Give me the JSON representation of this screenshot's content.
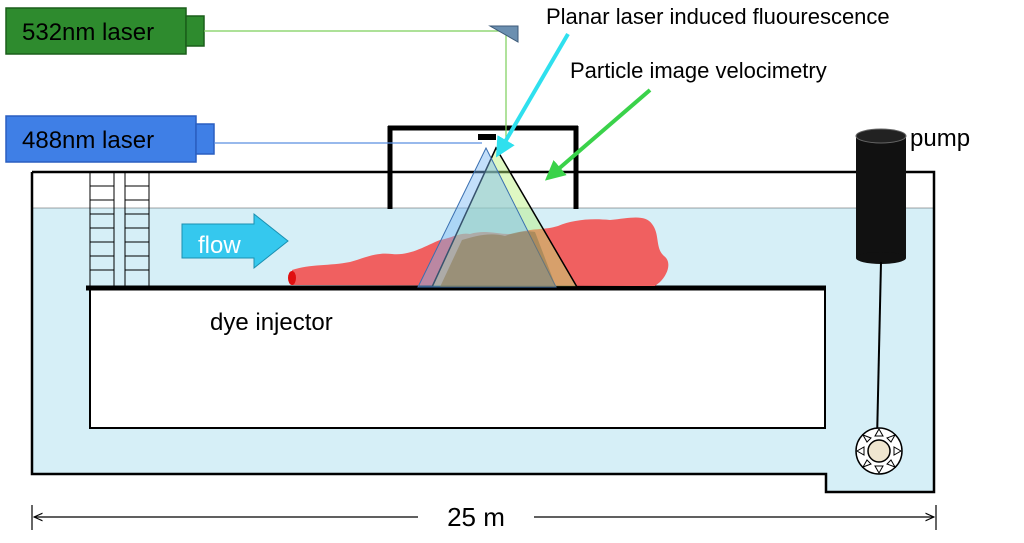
{
  "labels": {
    "laser_green": "532nm laser",
    "laser_blue": "488nm laser",
    "plif": "Planar laser induced fluourescence",
    "piv": "Particle image velocimetry",
    "pump": "pump",
    "flow": "flow",
    "dye_injector": "dye injector",
    "dimension": "25 m"
  },
  "colors": {
    "laser_green": "#2e8b2e",
    "laser_green_dark": "#1a5e1a",
    "laser_blue": "#3f7fe6",
    "laser_blue_dark": "#2a5fc0",
    "water": "#d6eff7",
    "dye": "#f06060",
    "flow_arrow": "#35c8ee",
    "plif_arrow": "#2fe0ee",
    "piv_arrow": "#3ad24a",
    "mirror": "#6b8fb0",
    "pump_body": "#111111"
  },
  "icons": {
    "flow": "right-arrow-icon",
    "pump_impeller": "impeller-icon",
    "mirror": "mirror-icon"
  }
}
